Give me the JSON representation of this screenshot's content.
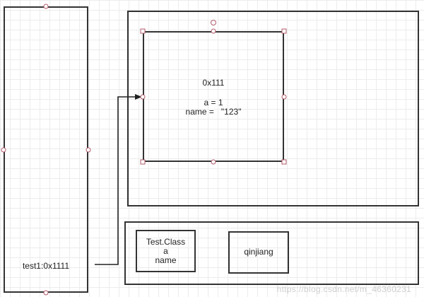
{
  "stack_frame": {
    "variable_label": "test1:0x1111"
  },
  "heap_object": {
    "address": "0x111",
    "field_a": "a = 1",
    "field_name": "name =   \"123\""
  },
  "method_area": {
    "class_box": {
      "line1": "Test.Class",
      "line2": "a",
      "line3": "name"
    },
    "constant_box": {
      "value": "qinjiang"
    }
  },
  "watermark": "https://blog.csdn.net/m_46360231",
  "colors": {
    "stroke": "#333333",
    "handle": "#b05a6a",
    "grid": "#ececec"
  }
}
